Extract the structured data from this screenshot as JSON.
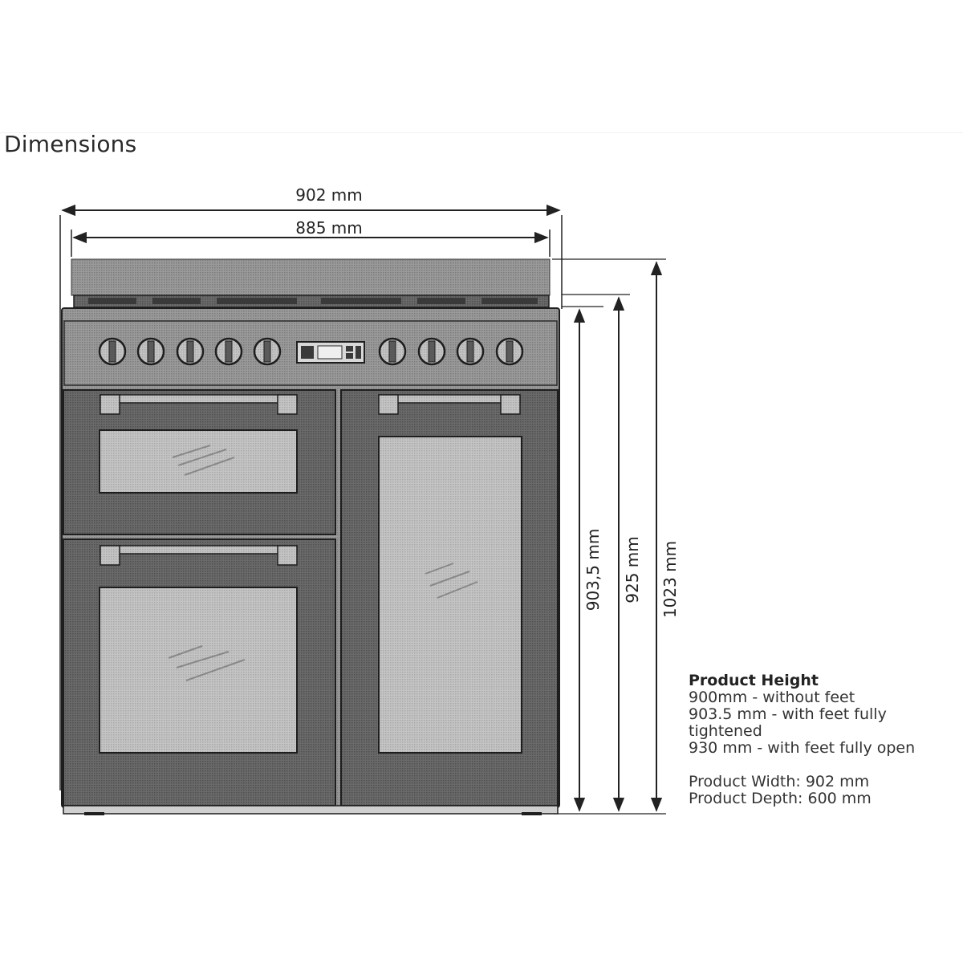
{
  "heading": "Dimensions",
  "dimensions": {
    "outer_width": "902 mm",
    "inner_width": "885 mm",
    "height_tightened": "903,5 mm",
    "height_open": "925 mm",
    "height_total": "1023 mm"
  },
  "product_info": {
    "height_title": "Product Height",
    "height_lines": [
      "900mm - without feet",
      "903.5 mm - with feet fully tightened",
      "930 mm - with feet fully open"
    ],
    "width": "Product Width: 902 mm",
    "depth": "Product Depth: 600 mm"
  },
  "colors": {
    "outline": "#1e1e1e",
    "body_fill": "#8a8a8a",
    "door_fill": "#6f6f6f",
    "glass_fill": "#b9b9b9"
  },
  "icons": {
    "control_knob": "knob-icon",
    "display": "display-panel-icon"
  }
}
